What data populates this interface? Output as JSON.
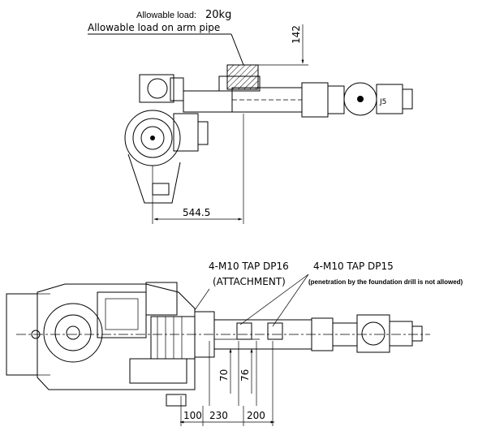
{
  "top_view": {
    "allowable_load_label": "Allowable load:",
    "allowable_load_value": "20kg",
    "arm_pipe_label": "Allowable load on arm pipe",
    "dim_height": "142",
    "dim_length": "544.5"
  },
  "bottom_view": {
    "tap_attachment_line1": "4-M10 TAP DP16",
    "tap_attachment_line2": "(ATTACHMENT)",
    "tap_foundation_line1": "4-M10 TAP DP15",
    "tap_foundation_note": "(penetration by the foundation drill is not allowed)",
    "dim_v1": "70",
    "dim_v2": "76",
    "dim_h1": "100",
    "dim_h2": "230",
    "dim_h3": "200"
  }
}
